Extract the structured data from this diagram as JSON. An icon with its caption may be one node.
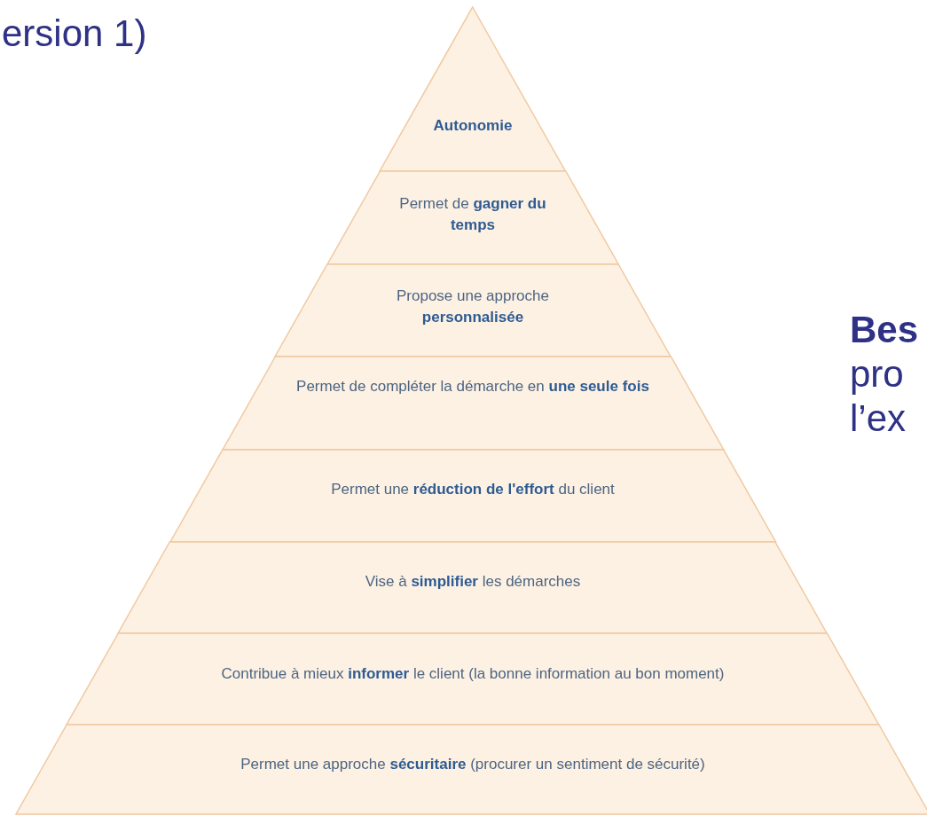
{
  "diagram": {
    "nodes": [
      {
        "text": [
          "**Autonomie**"
        ]
      },
      {
        "text": [
          "Permet de **gagner du temps**"
        ]
      },
      {
        "text": [
          "Propose une approche **personnalisée**"
        ]
      },
      {
        "text": [
          "Permet de compléter la démarche en **une seule fois**"
        ]
      },
      {
        "text": [
          "Permet une **réduction de l'effort** du client"
        ]
      },
      {
        "text": [
          "Vise à **simplifier** les démarches"
        ]
      },
      {
        "text": [
          "Contribue à mieux **informer** le client (la bonne information au bon moment)"
        ]
      },
      {
        "text": [
          "Permet une approche **sécuritaire** (procurer un sentiment de sécurité)"
        ]
      }
    ],
    "labels": [
      "ersion 1)",
      "Bes",
      "pro",
      "l’ex"
    ]
  }
}
